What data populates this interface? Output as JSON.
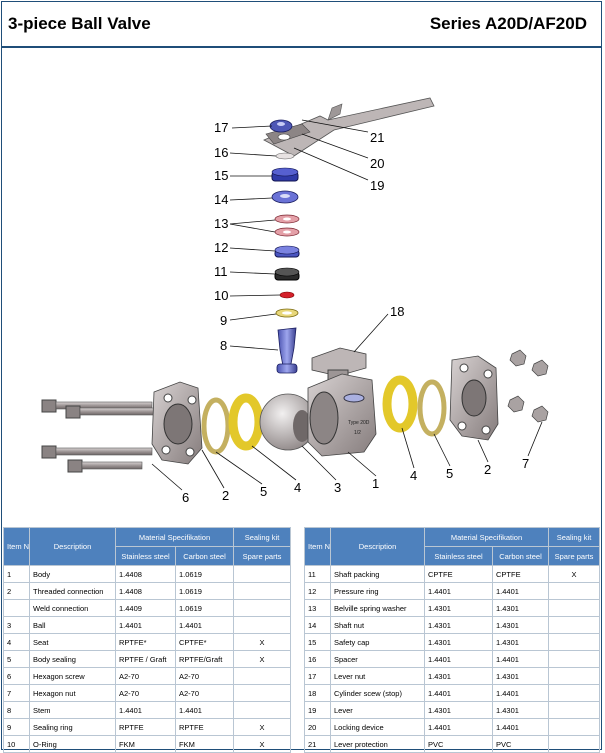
{
  "header": {
    "title": "3-piece Ball Valve",
    "series": "Series  A20D/AF20D"
  },
  "drawing": {
    "callouts": [
      "17",
      "16",
      "15",
      "14",
      "13",
      "12",
      "11",
      "10",
      "9",
      "8",
      "21",
      "20",
      "19",
      "18",
      "6",
      "2",
      "5",
      "4",
      "3",
      "1",
      "4",
      "5",
      "2",
      "7"
    ],
    "body_marking": {
      "line1": "Type 20D",
      "line2": "1/2"
    }
  },
  "table_headers": {
    "item": "Item Nr.",
    "description": "Description",
    "material": "Material Specifikation",
    "sealing": "Sealing kit",
    "stainless": "Stainless steel",
    "carbon": "Carbon steel",
    "spare": "Spare parts"
  },
  "left_rows": [
    {
      "nr": "1",
      "desc": "Body",
      "ss": "1.4408",
      "cs": "1.0619",
      "sp": ""
    },
    {
      "nr": "2",
      "desc": "Threaded connection",
      "ss": "1.4408",
      "cs": "1.0619",
      "sp": ""
    },
    {
      "nr": "",
      "desc": "Weld connection",
      "ss": "1.4409",
      "cs": "1.0619",
      "sp": ""
    },
    {
      "nr": "3",
      "desc": "Ball",
      "ss": "1.4401",
      "cs": "1.4401",
      "sp": ""
    },
    {
      "nr": "4",
      "desc": "Seat",
      "ss": "RPTFE*",
      "cs": "CPTFE*",
      "sp": "X"
    },
    {
      "nr": "5",
      "desc": "Body sealing",
      "ss": "RPTFE / Graft",
      "cs": "RPTFE/Graft",
      "sp": "X"
    },
    {
      "nr": "6",
      "desc": "Hexagon screw",
      "ss": "A2-70",
      "cs": "A2-70",
      "sp": ""
    },
    {
      "nr": "7",
      "desc": "Hexagon nut",
      "ss": "A2-70",
      "cs": "A2-70",
      "sp": ""
    },
    {
      "nr": "8",
      "desc": "Stem",
      "ss": "1.4401",
      "cs": "1.4401",
      "sp": ""
    },
    {
      "nr": "9",
      "desc": "Sealing ring",
      "ss": "RPTFE",
      "cs": "RPTFE",
      "sp": "X"
    },
    {
      "nr": "10",
      "desc": "O-Ring",
      "ss": "FKM",
      "cs": "FKM",
      "sp": "X"
    }
  ],
  "right_rows": [
    {
      "nr": "11",
      "desc": "Shaft packing",
      "ss": "CPTFE",
      "cs": "CPTFE",
      "sp": "X"
    },
    {
      "nr": "12",
      "desc": "Pressure ring",
      "ss": "1.4401",
      "cs": "1.4401",
      "sp": ""
    },
    {
      "nr": "13",
      "desc": "Belville spring washer",
      "ss": "1.4301",
      "cs": "1.4301",
      "sp": ""
    },
    {
      "nr": "14",
      "desc": "Shaft nut",
      "ss": "1.4301",
      "cs": "1.4301",
      "sp": ""
    },
    {
      "nr": "15",
      "desc": "Safety cap",
      "ss": "1.4301",
      "cs": "1.4301",
      "sp": ""
    },
    {
      "nr": "16",
      "desc": "Spacer",
      "ss": "1.4401",
      "cs": "1.4401",
      "sp": ""
    },
    {
      "nr": "17",
      "desc": "Lever nut",
      "ss": "1.4301",
      "cs": "1.4301",
      "sp": ""
    },
    {
      "nr": "18",
      "desc": "Cylinder scew (stop)",
      "ss": "1.4401",
      "cs": "1.4401",
      "sp": ""
    },
    {
      "nr": "19",
      "desc": "Lever",
      "ss": "1.4301",
      "cs": "1.4301",
      "sp": ""
    },
    {
      "nr": "20",
      "desc": "Locking device",
      "ss": "1.4401",
      "cs": "1.4401",
      "sp": ""
    },
    {
      "nr": "21",
      "desc": "Lever protection",
      "ss": "PVC",
      "cs": "PVC",
      "sp": ""
    }
  ]
}
